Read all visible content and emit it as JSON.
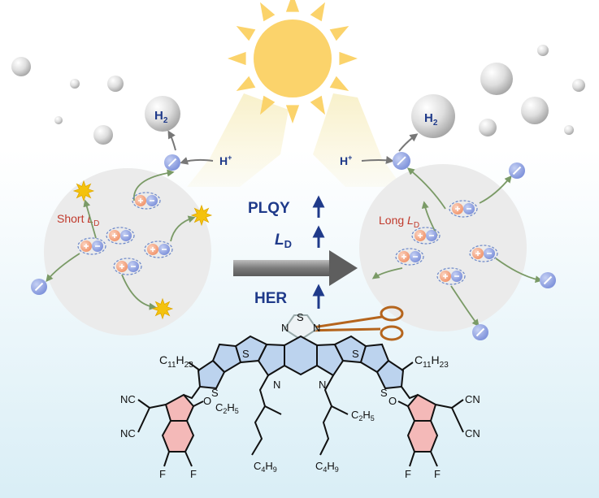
{
  "left_panel": {
    "label_prefix": "Short ",
    "label_symbol": "L",
    "label_sub": "D"
  },
  "right_panel": {
    "label_prefix": "Long ",
    "label_symbol": "L",
    "label_sub": "D"
  },
  "middle": {
    "plqy": "PLQY",
    "ld_symbol": "L",
    "ld_sub": "D",
    "her": "HER",
    "arrow_glyph": "↑"
  },
  "hydrogen": {
    "symbol": "H",
    "sub": "2"
  },
  "proton": {
    "symbol": "H",
    "sup": "+"
  },
  "molecule": {
    "alkyl_chain_left": {
      "main": "C",
      "n1": "11",
      "h": "H",
      "n2": "23"
    },
    "alkyl_chain_right": {
      "main": "C",
      "n1": "11",
      "h": "H",
      "n2": "23"
    },
    "ethyl_left": "C2H5",
    "ethyl_right": "C2H5",
    "butyl_left": "C4H9",
    "butyl_right": "C4H9",
    "thiadiazole_atoms": [
      "N",
      "S",
      "N"
    ],
    "thiophene_S": "S",
    "pyrrole_N": "N",
    "carbonyl_O": "O",
    "cyano": "NC",
    "cyano_right": "CN",
    "fluorine": "F"
  },
  "colors": {
    "sky_top": "#ffffff",
    "sky_bottom": "#d8eef6",
    "sun": "#fbd36b",
    "panel_circle": "#ebebeb",
    "electron": "#8c9fe0",
    "hole": "#f3a07b",
    "exciton_ring": "#6a86c8",
    "label_red": "#c0392b",
    "label_blue": "#1f3a8a",
    "flash": "#f4c20d",
    "trajectory": "#7a9a66",
    "ring_blue": "#bcd3ee",
    "ring_pink": "#f4b9b8",
    "scissors": "#b5651d"
  }
}
